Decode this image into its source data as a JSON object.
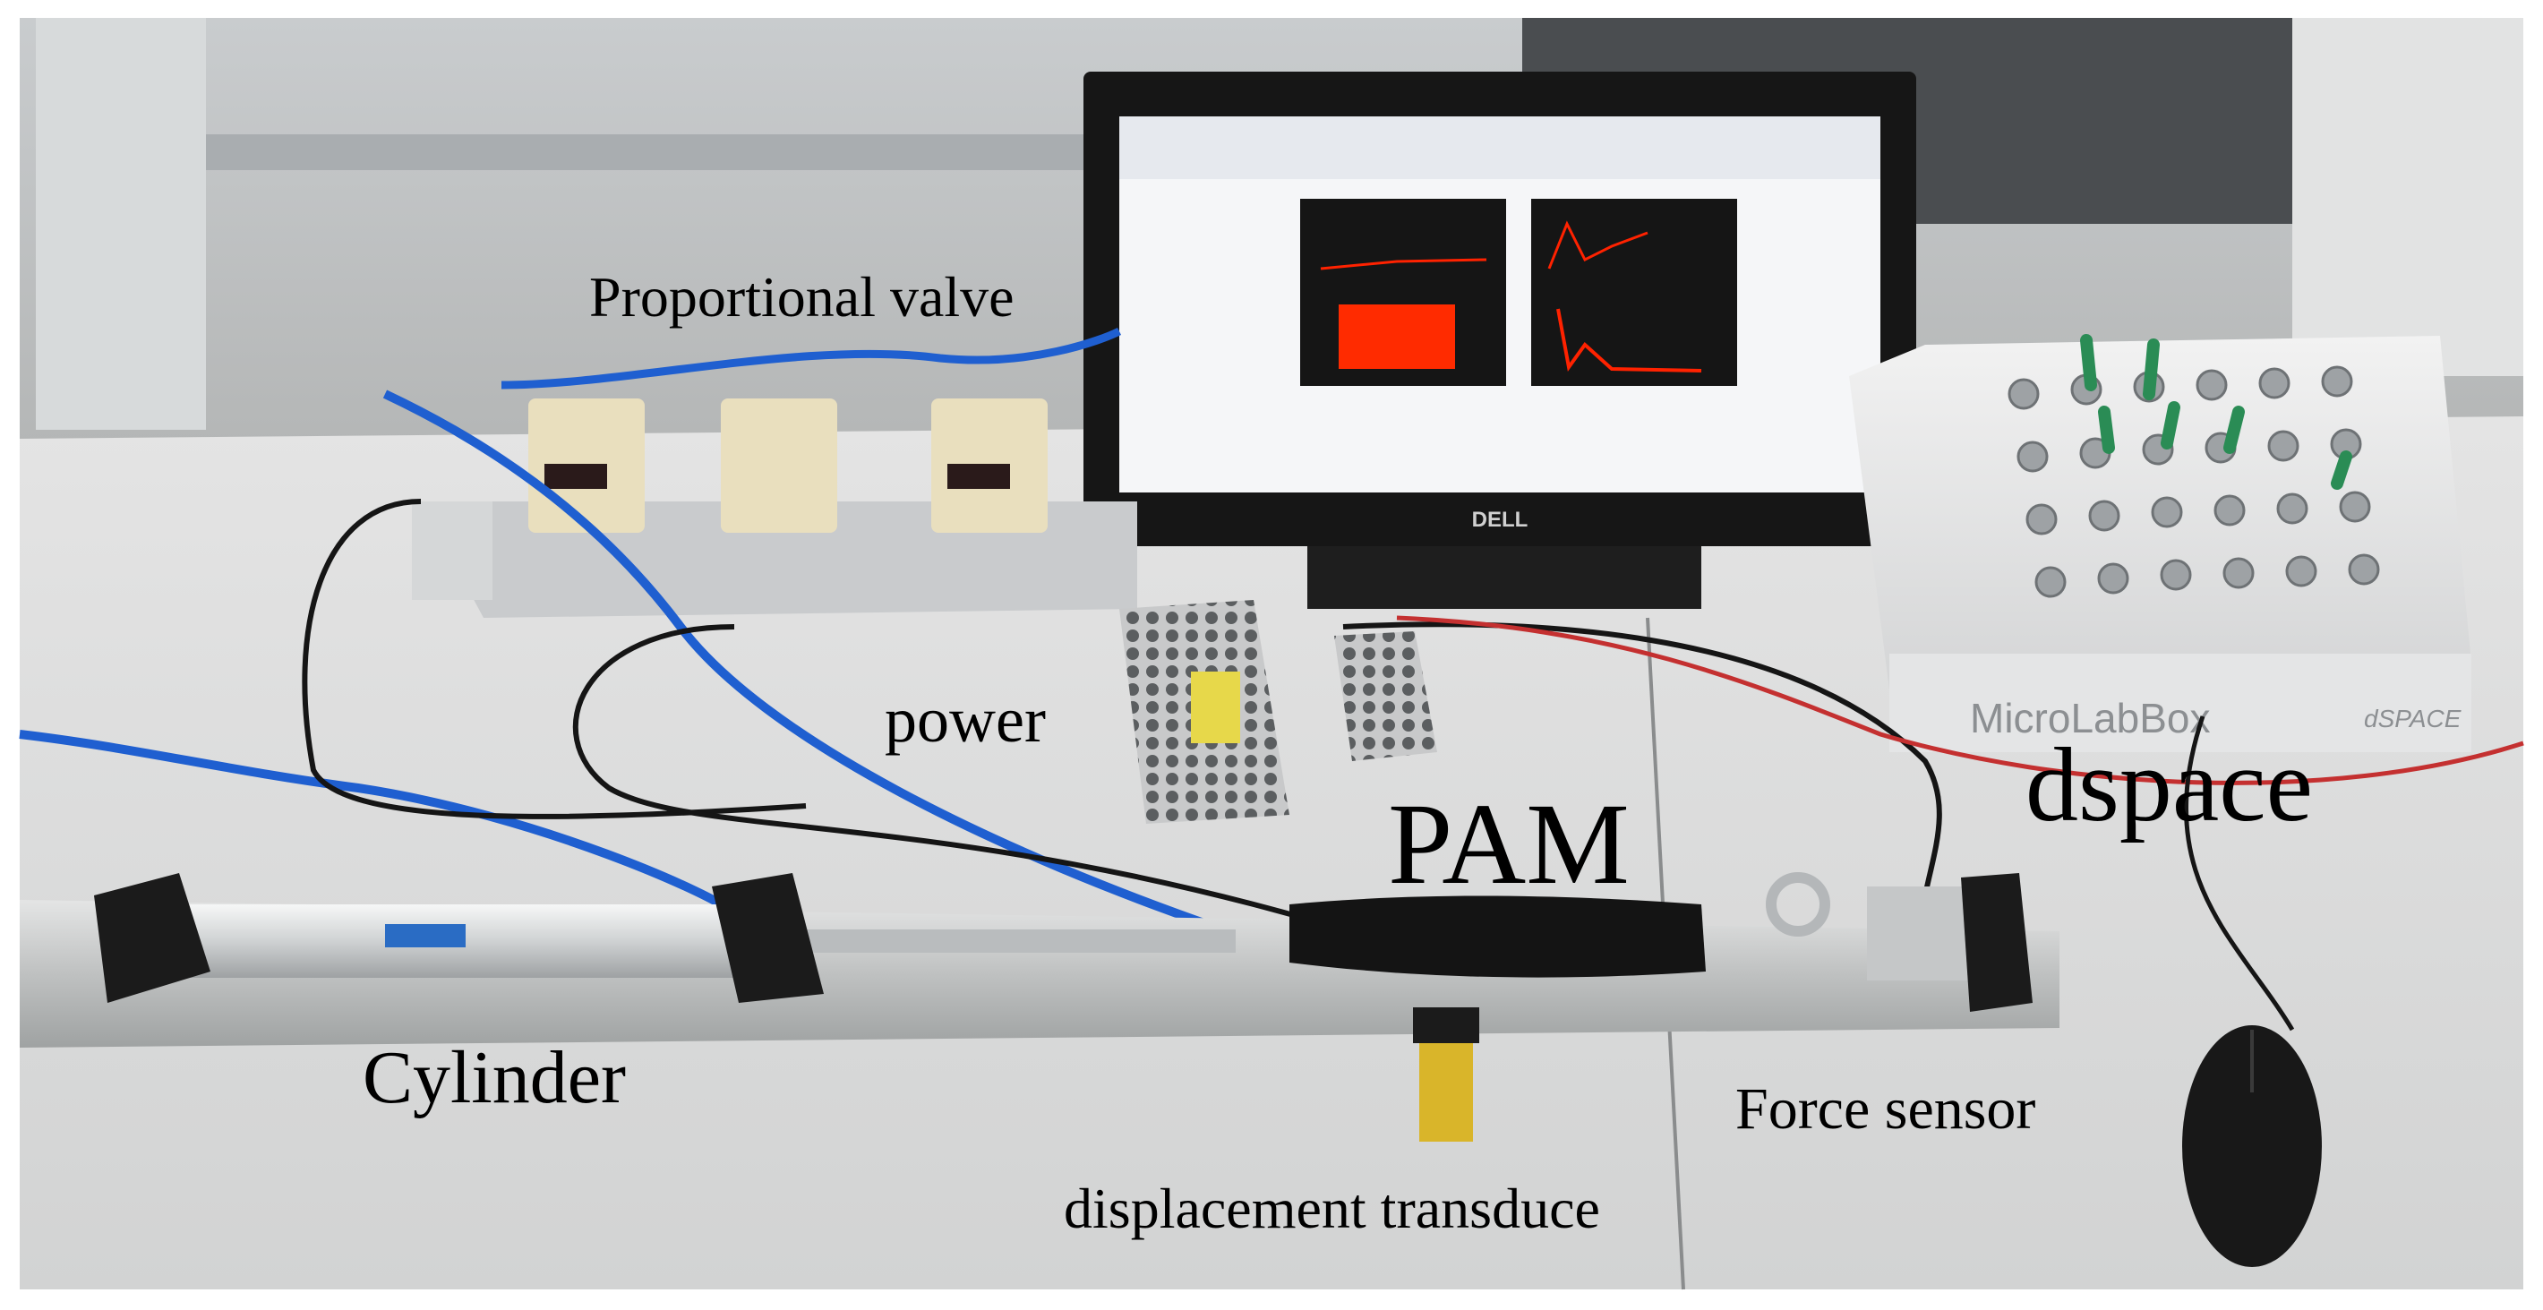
{
  "labels": {
    "proportional_valve": "Proportional valve",
    "power": "power",
    "pam": "PAM",
    "dspace": "dspace",
    "cylinder": "Cylinder",
    "force_sensor": "Force sensor",
    "displacement_transducer": "displacement transduce"
  },
  "device_markings": {
    "monitor_brand": "DELL",
    "controller_name": "MicroLabBox",
    "controller_brand": "dSPACE"
  },
  "colors": {
    "table": "#dedede",
    "rail": "#c7c8c8",
    "tube_blue": "#1f5fd0",
    "monitor_frame": "#1a1a1a",
    "plot_signal": "#ff2200",
    "valve_body": "#e9dfbe",
    "muscle": "#141414"
  }
}
